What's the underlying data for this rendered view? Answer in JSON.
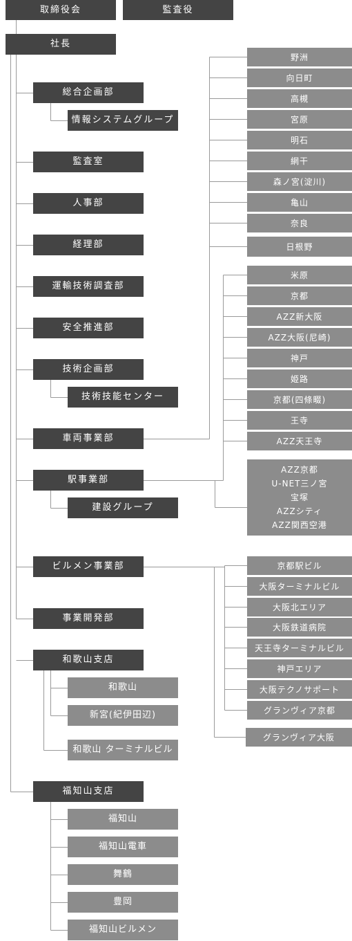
{
  "top": {
    "board": "取締役会",
    "auditors": "監査役",
    "president": "社長"
  },
  "departments": {
    "planning": "総合企画部",
    "info_systems": "情報システムグループ",
    "audit_office": "監査室",
    "hr": "人事部",
    "accounting": "経理部",
    "transport_research": "運輸技術調査部",
    "safety": "安全推進部",
    "tech_planning": "技術企画部",
    "tech_center": "技術技能センター",
    "rolling_stock": "車両事業部",
    "station": "駅事業部",
    "construction": "建設グループ",
    "building": "ビルメン事業部",
    "development": "事業開発部",
    "wakayama_branch": "和歌山支店",
    "fukuchiyama_branch": "福知山支店"
  },
  "rolling_stock_sites": [
    "野洲",
    "向日町",
    "高槻",
    "宮原",
    "明石",
    "網干",
    "森ノ宮(淀川)",
    "亀山",
    "奈良",
    "日根野"
  ],
  "station_sites": [
    "米原",
    "京都",
    "AZZ新大阪",
    "AZZ大阪(尼崎)",
    "神戸",
    "姫路",
    "京都(四條畷)",
    "王寺",
    "AZZ天王寺"
  ],
  "station_group": [
    "AZZ京都",
    "U-NET三ノ宮",
    "宝塚",
    "AZZシティ",
    "AZZ関西空港"
  ],
  "building_sites": [
    "京都駅ビル",
    "大阪ターミナルビル",
    "大阪北エリア",
    "大阪鉄道病院",
    "天王寺ターミナルビル",
    "神戸エリア",
    "大阪テクノサポート",
    "グランヴィア京都"
  ],
  "building_extra": "グランヴィア大阪",
  "wakayama_sites": [
    "和歌山",
    "新宮(紀伊田辺)",
    "和歌山 ターミナルビル"
  ],
  "fukuchiyama_sites": [
    "福知山",
    "福知山電車",
    "舞鶴",
    "豊岡",
    "福知山ビルメン"
  ]
}
